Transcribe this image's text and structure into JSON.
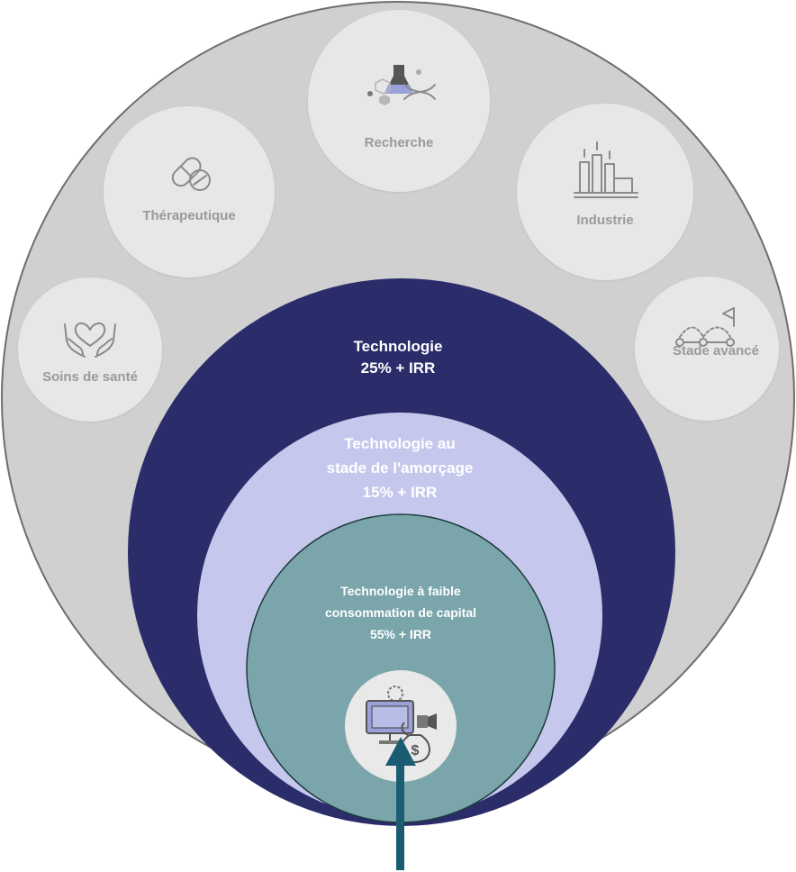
{
  "diagram": {
    "sectors": [
      {
        "id": "soins",
        "label": "Soins de santé",
        "icon": "heart-hands-icon"
      },
      {
        "id": "therapeutique",
        "label": "Thérapeutique",
        "icon": "pills-icon"
      },
      {
        "id": "recherche",
        "label": "Recherche",
        "icon": "lab-dna-icon"
      },
      {
        "id": "industrie",
        "label": "Industrie",
        "icon": "factory-icon"
      },
      {
        "id": "stade",
        "label": "Stade avancé",
        "icon": "flag-path-icon"
      }
    ],
    "rings": [
      {
        "id": "technologie",
        "lines": [
          "Technologie",
          "25% + IRR"
        ],
        "color": "#2b2d6b",
        "text_color": "#ffffff"
      },
      {
        "id": "amorcage",
        "lines": [
          "Technologie au",
          "stade de l'amorçage",
          "15% + IRR"
        ],
        "color": "#c5c8ec",
        "text_color": "#ffffff"
      },
      {
        "id": "faible",
        "lines": [
          "Technologie à faible",
          "consommation de capital",
          "55% + IRR"
        ],
        "color": "#7aa5aa",
        "text_color": "#ffffff"
      }
    ],
    "center_icon": "money-computer-icon",
    "arrow_color": "#1a5d72",
    "outer_color": "#d0d0d0",
    "satellite_color": "#e7e7e7"
  }
}
